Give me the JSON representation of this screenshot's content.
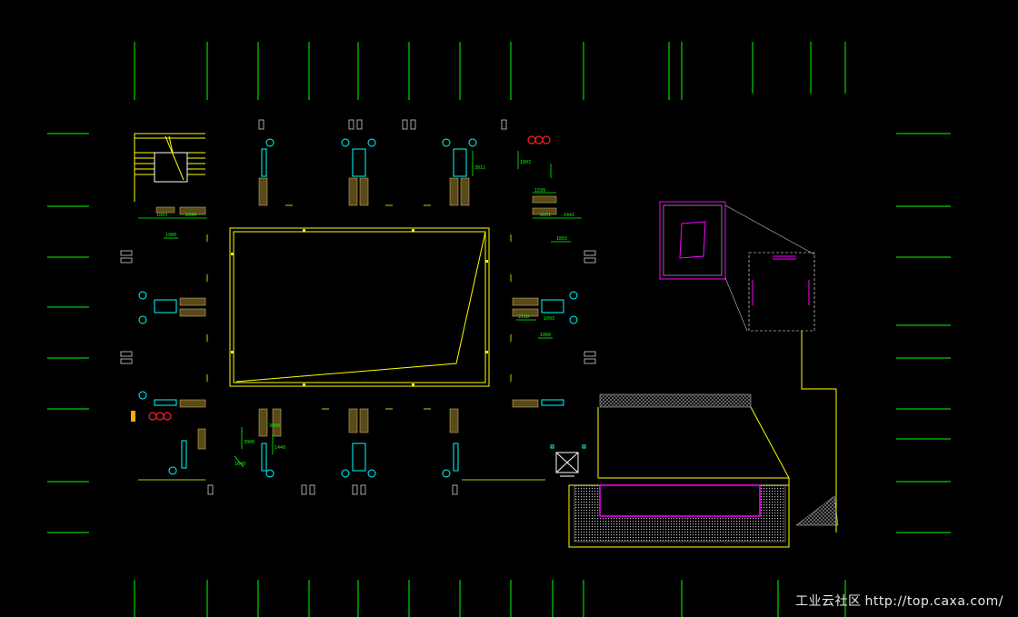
{
  "canvas": {
    "background": "#000000"
  },
  "colors": {
    "axis": "#00ff00",
    "wall": "#ffff00",
    "fixture": "#00ffff",
    "counter": "#5a4a1a",
    "detail": "#ff00ff",
    "red_mark": "#ff0000",
    "text": "#e8e8e8"
  },
  "watermark": {
    "cn": "工业云社区",
    "url": "http://top.caxa.com/"
  },
  "dimension_labels": {
    "stair_left": "1843",
    "stair_right": "2044",
    "stair_lower": "1900",
    "right_top": "1599",
    "right_a": "2891",
    "right_b": "1442",
    "right_mid": "1803",
    "right_c": "2118",
    "right_d": "1060",
    "right_e": "1093",
    "top_a": "3011",
    "top_b": "1803",
    "bottom_a": "3000",
    "bottom_b": "1440",
    "bottom_c": "1640",
    "bottom_d": "3000"
  }
}
